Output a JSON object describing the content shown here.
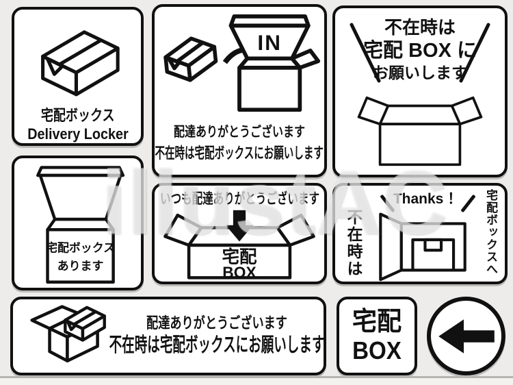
{
  "watermark": {
    "text": "illustAC"
  },
  "signs": {
    "delivery_locker": {
      "title_jp": "宅配ボックス",
      "title_en": "Delivery Locker"
    },
    "thanks_in": {
      "in_label": "IN",
      "line1": "配達ありがとうございます",
      "line2": "不在時は宅配ボックスにお願いします"
    },
    "absent_request": {
      "line1": "不在時は",
      "line2": "宅配 BOX に",
      "line3": "お願いします"
    },
    "box_available": {
      "line1": "宅配ボックス",
      "line2": "あります"
    },
    "always_thanks": {
      "line1": "いつも配達ありがとうございます",
      "box_jp": "宅配",
      "box_en": "BOX"
    },
    "thanks_locker": {
      "left_vertical": "不在時は",
      "thanks": "Thanks ！",
      "right_vertical": "宅配ボックスへ"
    },
    "banner": {
      "line1": "配達ありがとうございます",
      "line2": "不在時は宅配ボックスにお願いします"
    },
    "box_plate": {
      "line1": "宅配",
      "line2": "BOX"
    }
  }
}
